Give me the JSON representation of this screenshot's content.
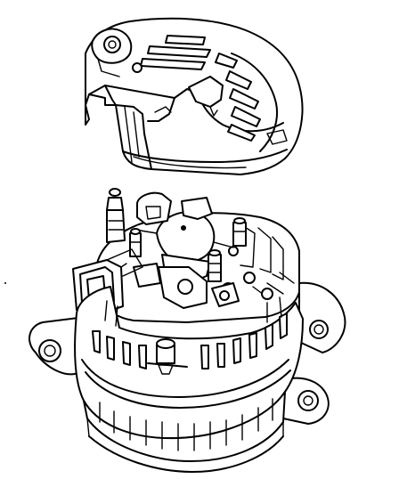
{
  "figure": {
    "subject": "alternator-exploded-view",
    "parts": [
      "rear-cover",
      "regulator-and-rectifier",
      "connector",
      "alternator-housing"
    ]
  },
  "colors": {
    "line": "#000000",
    "background": "#ffffff"
  }
}
